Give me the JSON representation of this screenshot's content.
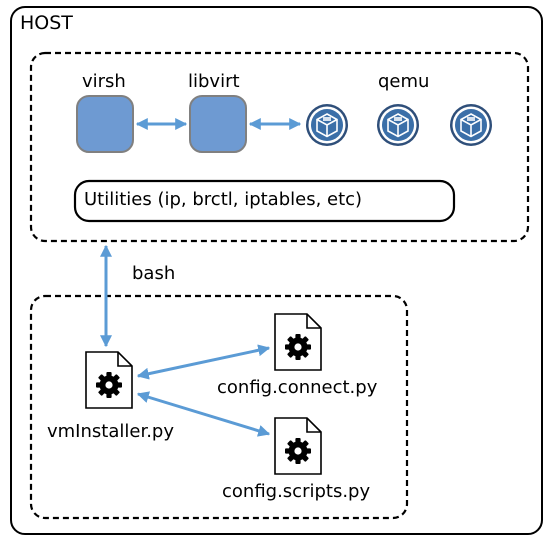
{
  "diagram": {
    "host_label": "HOST",
    "virsh_label": "virsh",
    "libvirt_label": "libvirt",
    "qemu_label": "qemu",
    "utilities_label": "Utilities (ip, brctl, iptables, etc)",
    "bash_label": "bash",
    "vminstaller_label": "vmInstaller.py",
    "config_connect_label": "config.connect.py",
    "config_scripts_label": "config.scripts.py"
  },
  "colors": {
    "box_fill": "#6e9ad2",
    "box_stroke": "#808080",
    "arrow": "#5b9bd5",
    "vm_outer": "#2f4f7a",
    "vm_ring": "#ffffff",
    "vm_face": "#3b6fa8",
    "frame": "#000000"
  },
  "icons": {
    "vm": "virtualbox-cube-icon",
    "file": "gear-document-icon"
  }
}
